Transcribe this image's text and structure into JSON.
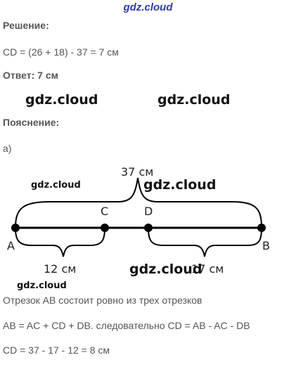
{
  "header": {
    "site": "gdz.cloud"
  },
  "solution": {
    "label": "Решение:",
    "equation": "CD = (26 + 18) - 37 = 7 см",
    "answer": "Ответ: 7 см"
  },
  "watermarks": [
    "gdz.cloud",
    "gdz.cloud",
    "gdz.cloud",
    "gdz.cloud",
    "gdz.cloud",
    "gdz.cloud"
  ],
  "explanation": {
    "label": "Пояснение:",
    "part": "а)"
  },
  "diagram": {
    "points": [
      "A",
      "C",
      "D",
      "B"
    ],
    "top_measure": "37 см",
    "left_measure": "12 см",
    "right_measure": "17 см",
    "colors": {
      "line": "#000000",
      "brace": "#000000"
    }
  },
  "reasoning": {
    "line1": "Отрезок АВ состоит ровно из трех отрезков",
    "line2": "AB = AC + CD + DB. следовательно CD = AB - AC - DB",
    "line3": "CD = 37 - 17 - 12 = 8 см"
  }
}
